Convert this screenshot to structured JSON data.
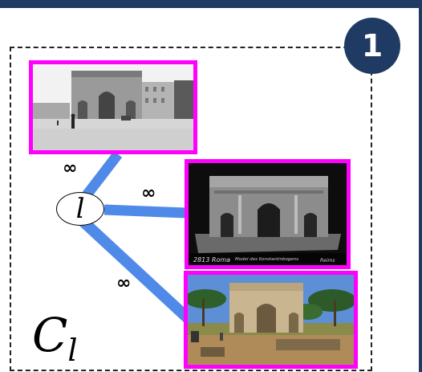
{
  "badge": {
    "number": "1"
  },
  "node": {
    "label": "l"
  },
  "cluster": {
    "label_main": "C",
    "label_sub": "l"
  },
  "edges": [
    {
      "from": "node",
      "to": "photo-1",
      "weight": "∞"
    },
    {
      "from": "node",
      "to": "photo-2",
      "weight": "∞"
    },
    {
      "from": "node",
      "to": "photo-3",
      "weight": "∞"
    }
  ],
  "photos": [
    {
      "description": "black-and-white street photo of triumphal arch",
      "style": "grayscale"
    },
    {
      "description": "black-and-white photo of arch model",
      "style": "grayscale"
    },
    {
      "description": "color photo of triumphal arch with trees",
      "style": "color"
    }
  ],
  "photo2_caption": {
    "left": "2813 Roma",
    "mid": "Model des Konstantinbogens",
    "right": "Reims"
  },
  "colors": {
    "frame": "#ff00ff",
    "edge": "#4f8ae8",
    "accent": "#1f3b63"
  }
}
